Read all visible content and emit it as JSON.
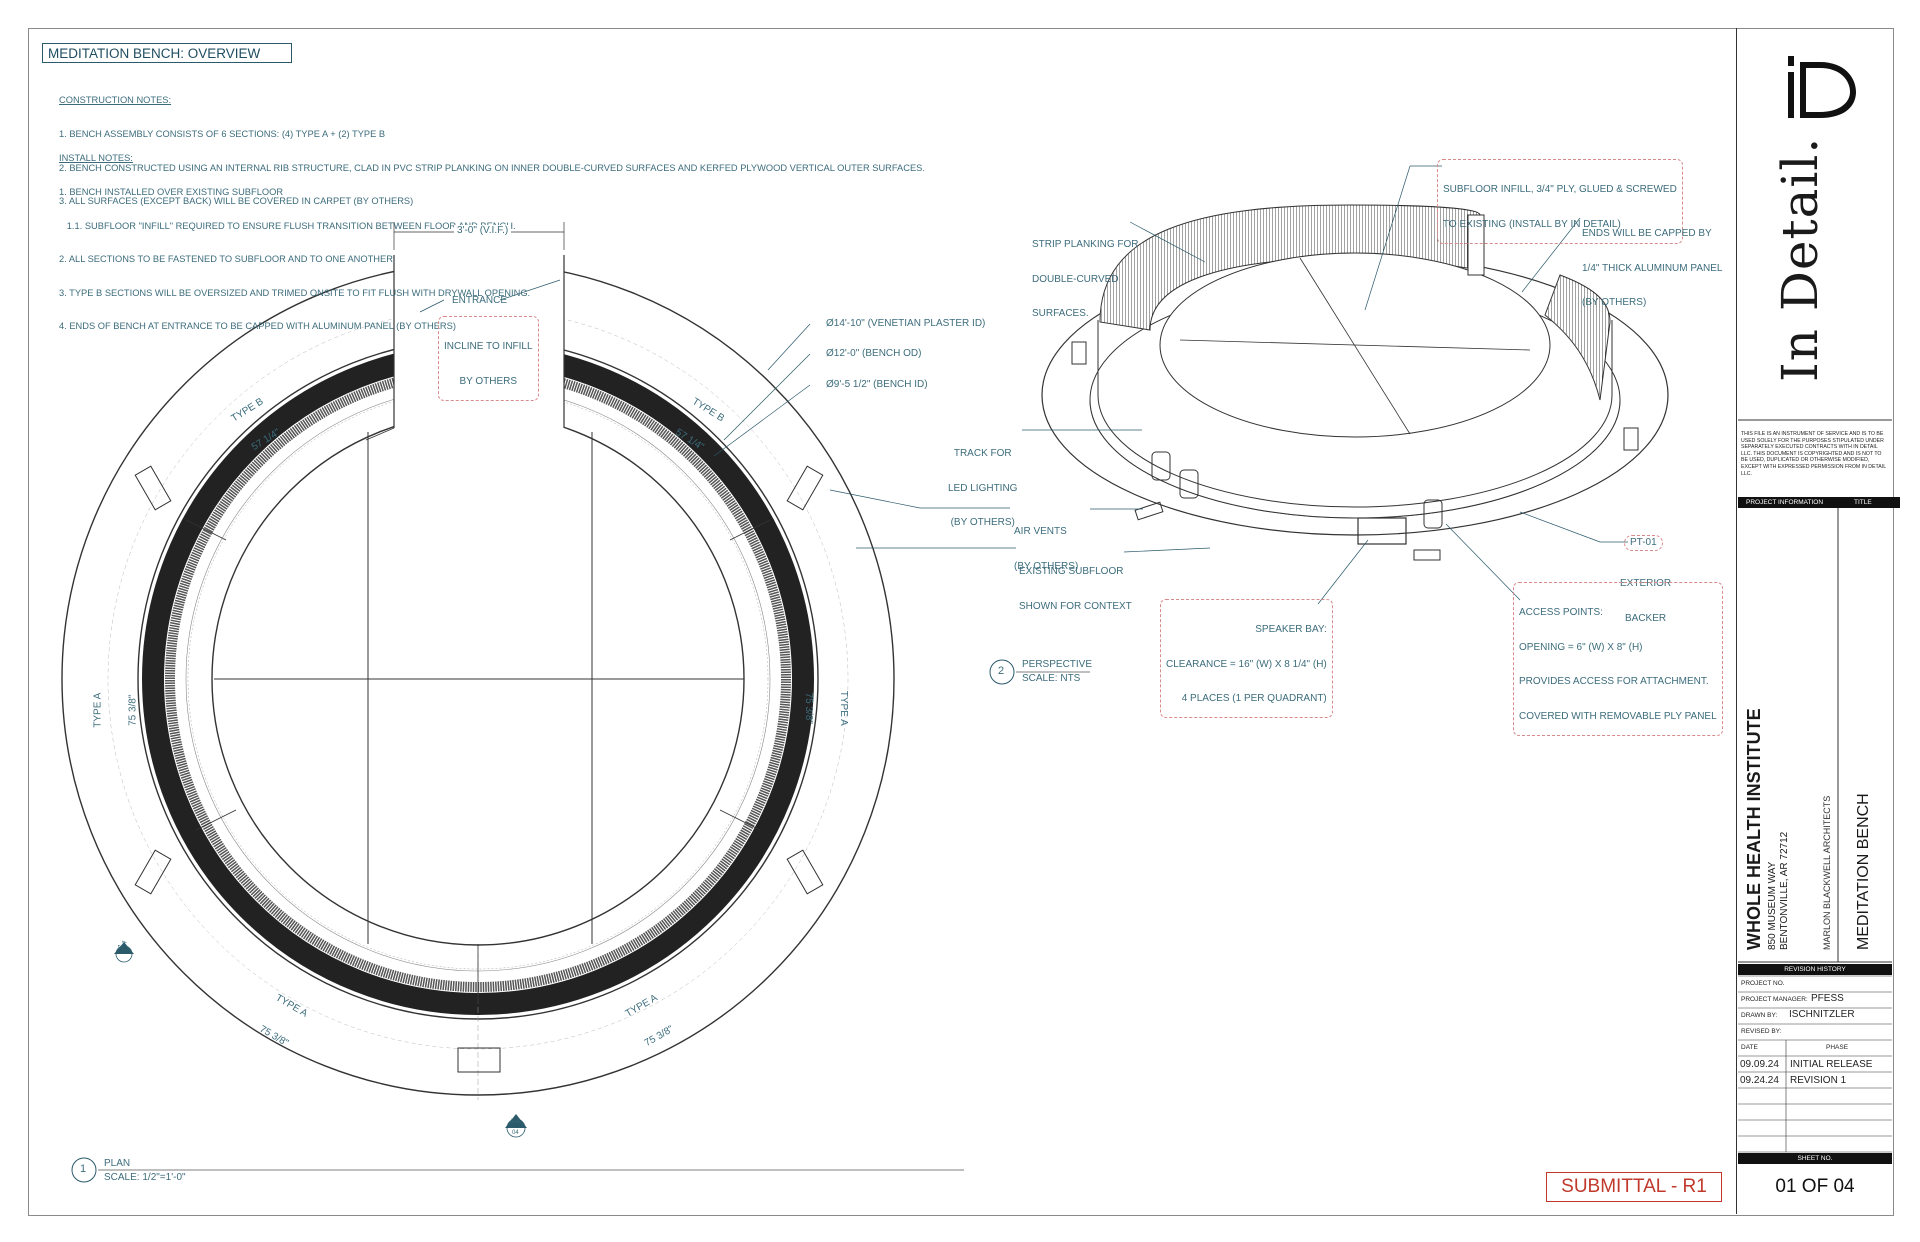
{
  "sheet_title": "MEDITATION BENCH: OVERVIEW",
  "construction_notes": {
    "heading": "CONSTRUCTION NOTES:",
    "items": [
      "1. BENCH ASSEMBLY CONSISTS OF 6 SECTIONS: (4) TYPE A + (2) TYPE B",
      "2. BENCH CONSTRUCTED USING AN INTERNAL RIB STRUCTURE, CLAD IN PVC STRIP PLANKING ON INNER DOUBLE-CURVED SURFACES AND KERFED PLYWOOD VERTICAL OUTER SURFACES.",
      "3. ALL SURFACES (EXCEPT BACK) WILL BE COVERED IN CARPET (BY OTHERS)"
    ]
  },
  "install_notes": {
    "heading": "INSTALL NOTES:",
    "items": [
      "1. BENCH INSTALLED OVER EXISTING SUBFLOOR",
      "   1.1. SUBFLOOR \"INFILL\" REQUIRED TO ENSURE FLUSH TRANSITION BETWEEN FLOOR AND BENCH.",
      "2. ALL SECTIONS TO BE FASTENED TO SUBFLOOR AND TO ONE ANOTHER.",
      "3. TYPE B SECTIONS WILL BE OVERSIZED AND TRIMED ONSITE TO FIT FLUSH WITH DRYWALL OPENING.",
      "4. ENDS OF BENCH AT ENTRANCE TO BE CAPPED WITH ALUMINUM PANEL (BY OTHERS)"
    ]
  },
  "plan": {
    "dim_top": "3'-0\" (V.I.F.)",
    "entrance": "ENTRANCE",
    "incline_1": "INCLINE TO INFILL",
    "incline_2": "BY OTHERS",
    "dia_1": "Ø14'-10\" (VENETIAN PLASTER ID)",
    "dia_2": "Ø12'-0\" (BENCH OD)",
    "dia_3": "Ø9'-5 1/2\" (BENCH ID)",
    "type_b_1": "TYPE B",
    "type_b_dim": "57 1/4\"",
    "type_a": "TYPE A",
    "type_a_dim": "75 3/8\"",
    "section_a": "A-A",
    "section_sheet": "04",
    "view_number": "1",
    "view_name": "PLAN",
    "view_scale": "SCALE: 1/2\"=1'-0\""
  },
  "perspective": {
    "strip_1": "STRIP PLANKING FOR",
    "strip_2": "DOUBLE-CURVED",
    "strip_3": "SURFACES.",
    "subfloor_1": "SUBFLOOR INFILL, 3/4\" PLY, GLUED & SCREWED",
    "subfloor_2": "TO EXISTING (INSTALL BY IN DETAIL)",
    "ends_1": "ENDS WILL BE CAPPED BY",
    "ends_2": "1/4\" THICK ALUMINUM PANEL",
    "ends_3": "(BY OTHERS)",
    "track_1": "TRACK FOR",
    "track_2": "LED LIGHTING",
    "track_3": "(BY OTHERS)",
    "vents_1": "AIR VENTS",
    "vents_2": "(BY OTHERS)",
    "existing_1": "EXISTING SUBFLOOR",
    "existing_2": "SHOWN FOR CONTEXT",
    "pt": "PT-01",
    "backer_1": "EXTERIOR",
    "backer_2": "BACKER",
    "speaker_1": "SPEAKER BAY:",
    "speaker_2": "CLEARANCE = 16\" (W) X 8 1/4\" (H)",
    "speaker_3": "4 PLACES (1 PER QUADRANT)",
    "access_1": "ACCESS POINTS:",
    "access_2": "OPENING = 6\" (W) X 8\" (H)",
    "access_3": "PROVIDES ACCESS FOR ATTACHMENT.",
    "access_4": "COVERED WITH REMOVABLE PLY PANEL",
    "view_number": "2",
    "view_name": "PERSPECTIVE",
    "view_scale": "SCALE: NTS"
  },
  "title_block": {
    "brand": "In Detail.",
    "disclaimer": "THIS FILE IS AN INSTRUMENT OF SERVICE AND IS TO BE USED SOLELY FOR THE PURPOSES STIPULATED UNDER SEPARATELY EXECUTED CONTRACTS WITH IN DETAIL LLC. THIS DOCUMENT IS COPYRIGHTED AND IS NOT TO BE USED, DUPLICATED OR OTHERWISE MODIFIED, EXCEPT WITH EXPRESSED PERMISSION FROM IN DETAIL LLC.",
    "project_info_label": "PROJECT INFORMATION",
    "title_label": "TITLE",
    "project_name": "WHOLE HEALTH INSTITUTE",
    "address_1": "850 MUSEUM WAY",
    "address_2": "BENTONVILLE, AR 72712",
    "architect": "MARLON BLACKWELL ARCHITECTS",
    "drawing_title": "MEDITATION BENCH",
    "revision_history_label": "REVISION HISTORY",
    "project_no_label": "PROJECT NO.",
    "project_manager_label": "PROJECT MANAGER:",
    "project_manager": "PFESS",
    "drawn_by_label": "DRAWN BY:",
    "drawn_by": "ISCHNITZLER",
    "revised_by_label": "REVISED BY:",
    "date_label": "DATE",
    "phase_label": "PHASE",
    "revisions": [
      {
        "date": "09.09.24",
        "phase": "INITIAL RELEASE"
      },
      {
        "date": "09.24.24",
        "phase": "REVISION 1"
      }
    ],
    "sheet_no_label": "SHEET NO.",
    "sheet_no": "01 OF 04",
    "submittal": "SUBMITTAL - R1"
  }
}
